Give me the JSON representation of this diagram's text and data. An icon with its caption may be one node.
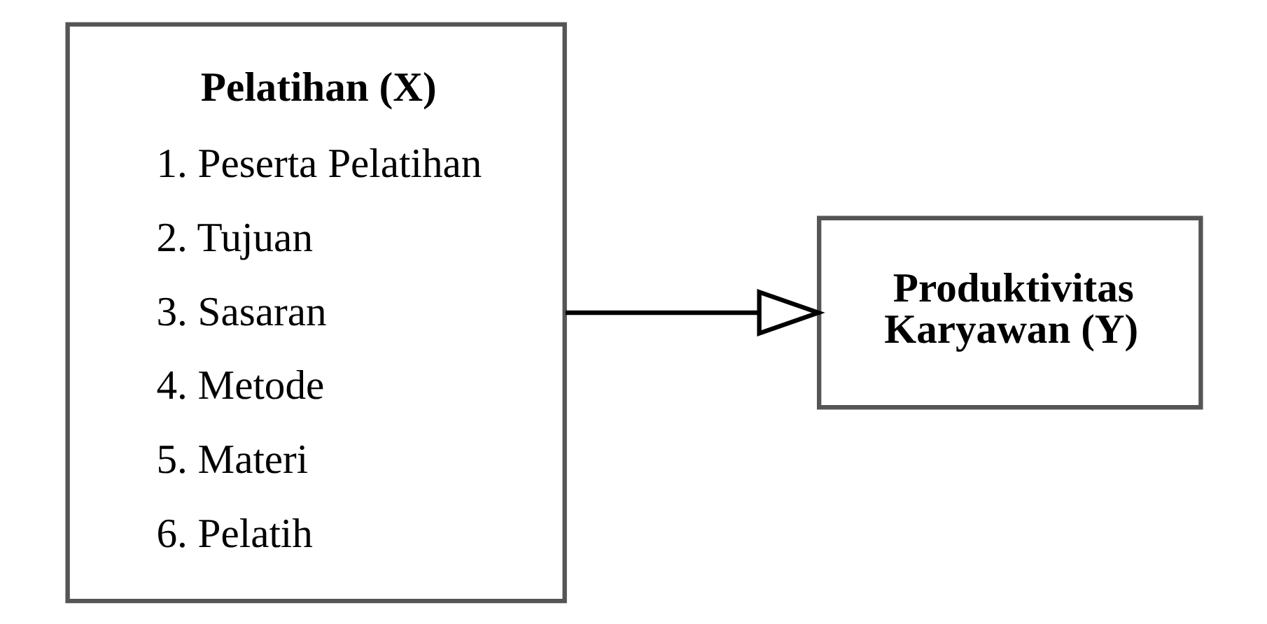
{
  "diagram": {
    "nodes": [
      {
        "text": [
          "Pelatihan (X)",
          "1. Peserta Pelatihan",
          "2. Tujuan",
          "3. Sasaran",
          "4. Metode",
          "5. Materi",
          "6. Pelatih"
        ]
      },
      {
        "text": [
          "Produktivitas Karyawan (Y)"
        ]
      }
    ],
    "edges": [
      {
        "from": 0,
        "to": 1,
        "arrow": "to"
      }
    ]
  }
}
